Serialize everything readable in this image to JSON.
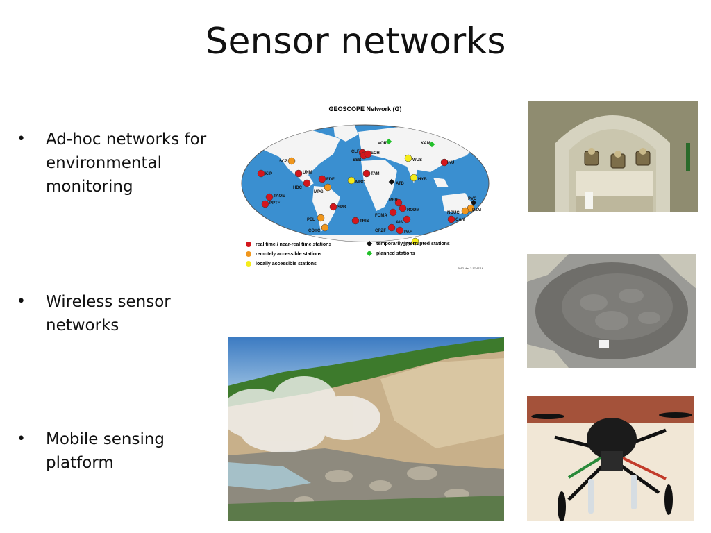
{
  "slide": {
    "title": "Sensor networks",
    "bullets": [
      {
        "text": "Ad-hoc networks for environmental monitoring"
      },
      {
        "text": "Wireless sensor networks"
      },
      {
        "text": "Mobile sensing platform"
      }
    ],
    "bullet_symbol": "•"
  },
  "map": {
    "title": "GEOSCOPE Network (G)",
    "credit": "2012 Mar 3 17:47:16",
    "colors": {
      "ocean": "#3a8fd0",
      "land": "#f4f4f4",
      "real_time": "#d4161c",
      "remote": "#f0961c",
      "local": "#f5ec1a",
      "interrupted": "#111111",
      "planned": "#22c02a"
    },
    "legend": [
      {
        "label": "real time / near-real time stations",
        "kind": "real_time"
      },
      {
        "label": "remotely accessible stations",
        "kind": "remote"
      },
      {
        "label": "locally accessible stations",
        "kind": "local"
      },
      {
        "label": "temporarily interrupted stations",
        "kind": "interrupted"
      },
      {
        "label": "planned stations",
        "kind": "planned"
      }
    ],
    "stations": [
      {
        "code": "VOR",
        "kind": "planned"
      },
      {
        "code": "KAM",
        "kind": "planned"
      },
      {
        "code": "CLF",
        "kind": "real_time"
      },
      {
        "code": "SSB",
        "kind": "real_time"
      },
      {
        "code": "ECH",
        "kind": "real_time"
      },
      {
        "code": "WUS",
        "kind": "local"
      },
      {
        "code": "INU",
        "kind": "real_time"
      },
      {
        "code": "SCZ",
        "kind": "remote"
      },
      {
        "code": "KIP",
        "kind": "real_time"
      },
      {
        "code": "UNM",
        "kind": "real_time"
      },
      {
        "code": "FDF",
        "kind": "real_time"
      },
      {
        "code": "HDC",
        "kind": "real_time"
      },
      {
        "code": "MPG",
        "kind": "remote"
      },
      {
        "code": "TAM",
        "kind": "real_time"
      },
      {
        "code": "MBO",
        "kind": "local"
      },
      {
        "code": "ATD",
        "kind": "interrupted"
      },
      {
        "code": "HYB",
        "kind": "local"
      },
      {
        "code": "TAOE",
        "kind": "real_time"
      },
      {
        "code": "PPTF",
        "kind": "real_time"
      },
      {
        "code": "SPB",
        "kind": "real_time"
      },
      {
        "code": "RER",
        "kind": "real_time"
      },
      {
        "code": "RODM",
        "kind": "real_time"
      },
      {
        "code": "FOMA",
        "kind": "real_time"
      },
      {
        "code": "PVC",
        "kind": "interrupted"
      },
      {
        "code": "DZM",
        "kind": "remote"
      },
      {
        "code": "NOUC",
        "kind": "remote"
      },
      {
        "code": "CAN",
        "kind": "real_time"
      },
      {
        "code": "PEL",
        "kind": "remote"
      },
      {
        "code": "TRIS",
        "kind": "real_time"
      },
      {
        "code": "AIS",
        "kind": "real_time"
      },
      {
        "code": "COYC",
        "kind": "remote"
      },
      {
        "code": "CRZF",
        "kind": "real_time"
      },
      {
        "code": "PAF",
        "kind": "real_time"
      },
      {
        "code": "DRV",
        "kind": "local"
      }
    ]
  },
  "photos": [
    {
      "name": "underground-sensor-vault-photo"
    },
    {
      "name": "mud-pool-photo"
    },
    {
      "name": "volcanic-fumarole-landscape-photo"
    },
    {
      "name": "quadcopter-drone-photo"
    }
  ]
}
